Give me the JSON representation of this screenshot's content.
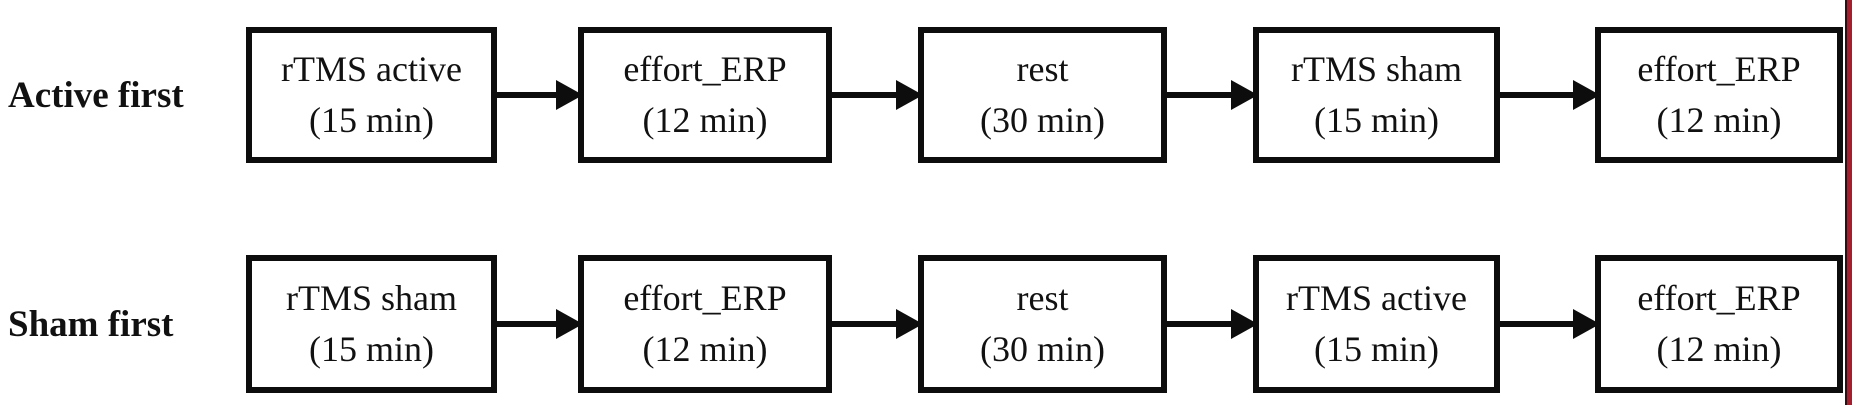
{
  "diagram": {
    "rows": [
      {
        "label": "Active first",
        "boxes": [
          {
            "name": "rTMS active",
            "duration": "(15 min)"
          },
          {
            "name": "effort_ERP",
            "duration": "(12 min)"
          },
          {
            "name": "rest",
            "duration": "(30 min)"
          },
          {
            "name": "rTMS sham",
            "duration": "(15 min)"
          },
          {
            "name": "effort_ERP",
            "duration": "(12 min)"
          }
        ]
      },
      {
        "label": "Sham first",
        "boxes": [
          {
            "name": "rTMS sham",
            "duration": "(15 min)"
          },
          {
            "name": "effort_ERP",
            "duration": "(12 min)"
          },
          {
            "name": "rest",
            "duration": "(30 min)"
          },
          {
            "name": "rTMS active",
            "duration": "(15 min)"
          },
          {
            "name": "effort_ERP",
            "duration": "(12 min)"
          }
        ]
      }
    ],
    "colors": {
      "background": "#ffffff",
      "box_border": "#0d0d0d",
      "text": "#111111",
      "edge_strip": "#a41f2e"
    }
  }
}
